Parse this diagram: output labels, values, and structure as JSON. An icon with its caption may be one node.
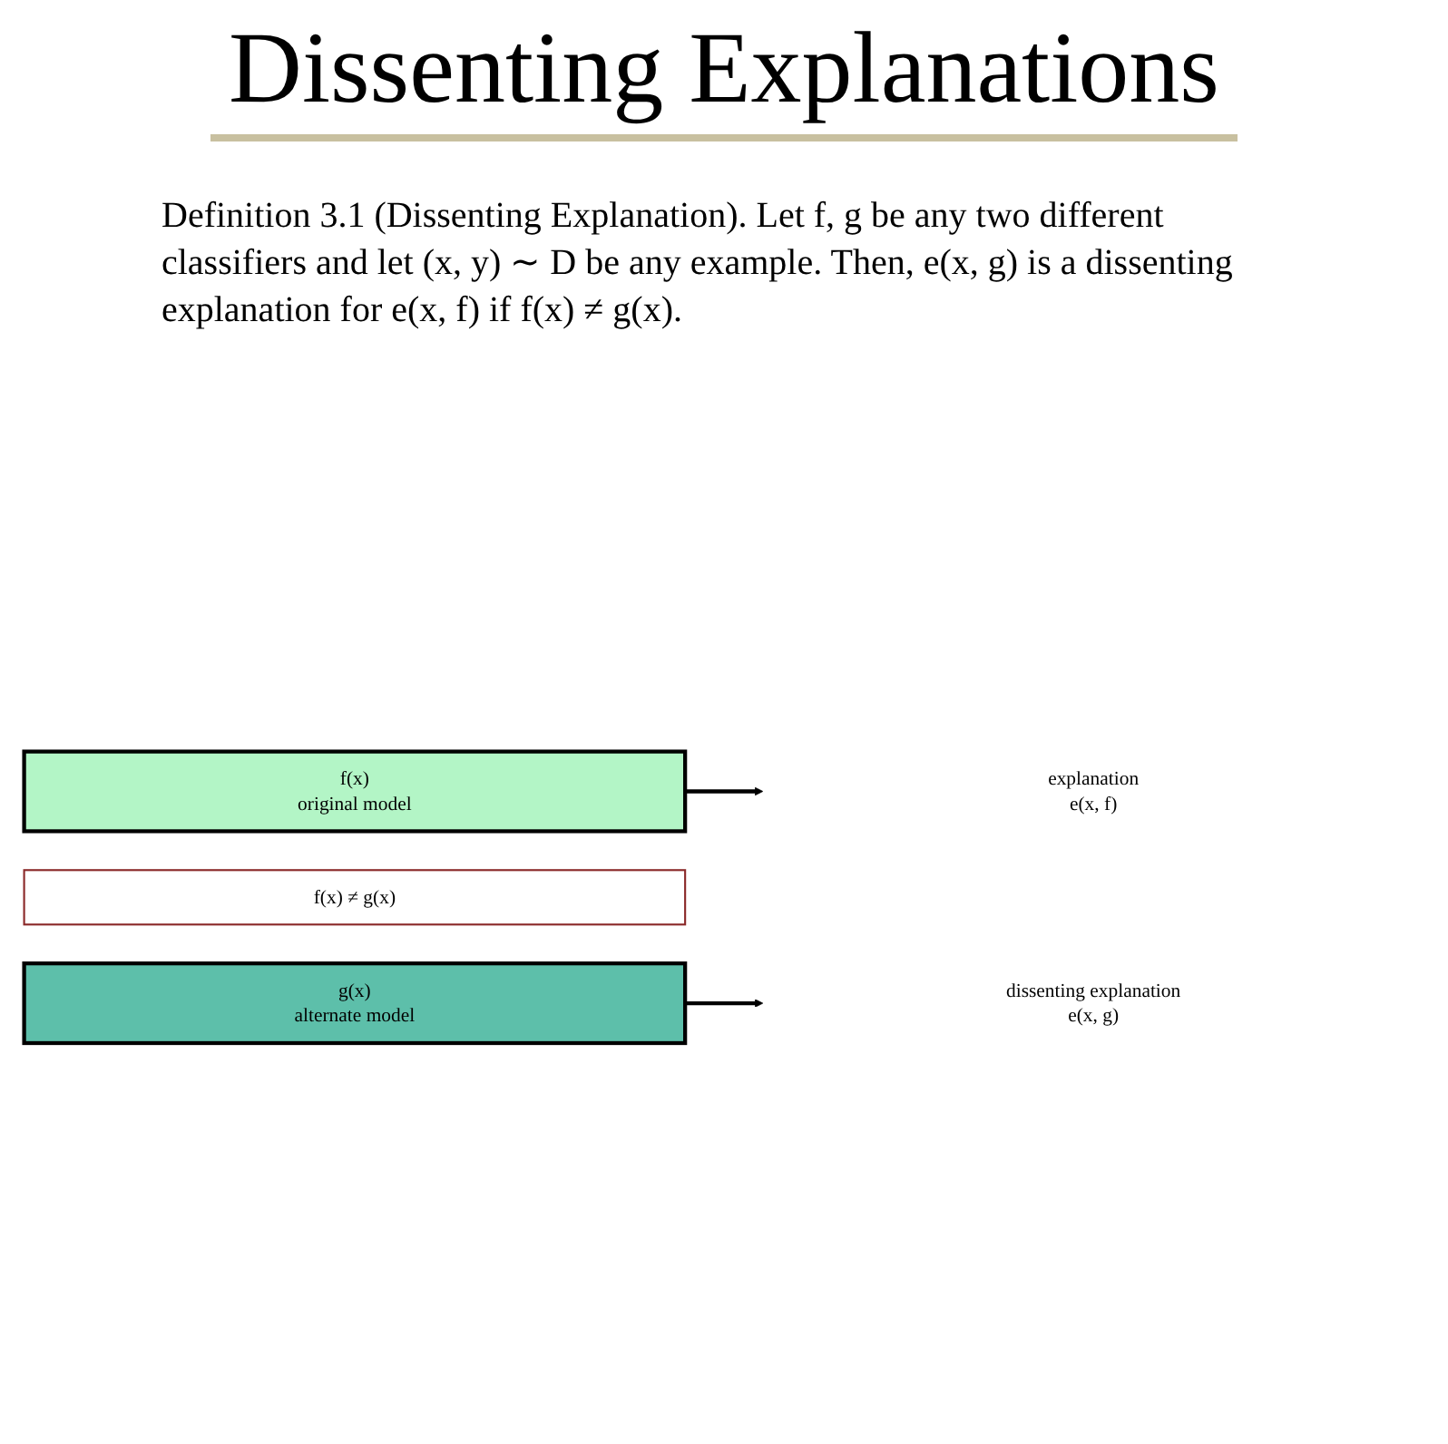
{
  "diagram": {
    "title": "Dissenting Explanations",
    "nodes": [
      {
        "text": [
          "f(x)",
          "original model"
        ]
      },
      {
        "text": [
          "explanation",
          "e(x, f)"
        ]
      },
      {
        "text": [
          "f(x) ≠ g(x)"
        ]
      },
      {
        "text": [
          "g(x)",
          "alternate model"
        ]
      },
      {
        "text": [
          "dissenting explanation",
          "e(x, g)"
        ]
      }
    ],
    "edges": [
      {
        "from": 0,
        "to": 1,
        "arrow": "to"
      },
      {
        "from": 3,
        "to": 4,
        "arrow": "to"
      }
    ],
    "labels": [
      "Definition 3.1 (Dissenting Explanation). Let f, g be any two different classifiers and let (x, y) ∼ D be any example. Then, e(x, g) is a dissenting explanation for e(x, f) if f(x) ≠ g(x)."
    ]
  }
}
